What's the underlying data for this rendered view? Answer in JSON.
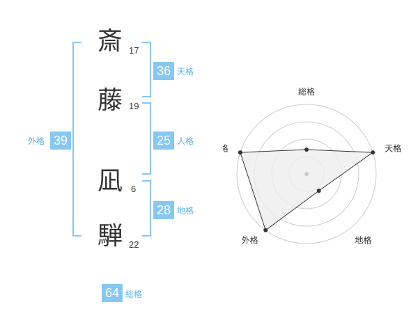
{
  "name": {
    "characters": [
      {
        "char": "斎",
        "strokes": "17"
      },
      {
        "char": "藤",
        "strokes": "19"
      },
      {
        "char": "凪",
        "strokes": "6"
      },
      {
        "char": "騨",
        "strokes": "22"
      }
    ]
  },
  "scores": {
    "tenkaku": {
      "value": "36",
      "label": "天格"
    },
    "jinkaku": {
      "value": "25",
      "label": "人格"
    },
    "chikaku": {
      "value": "28",
      "label": "地格"
    },
    "gaikaku": {
      "value": "39",
      "label": "外格"
    },
    "soukaku": {
      "value": "64",
      "label": "総格"
    }
  },
  "chart_data": {
    "type": "radar",
    "axes": [
      "総格",
      "天格",
      "地格",
      "外格",
      "人格"
    ],
    "values": [
      0.35,
      1.0,
      0.3,
      1.0,
      1.0
    ],
    "rings": 4,
    "colors": {
      "fill": "#eeeeee",
      "line": "#333333",
      "grid": "#cccccc"
    }
  }
}
